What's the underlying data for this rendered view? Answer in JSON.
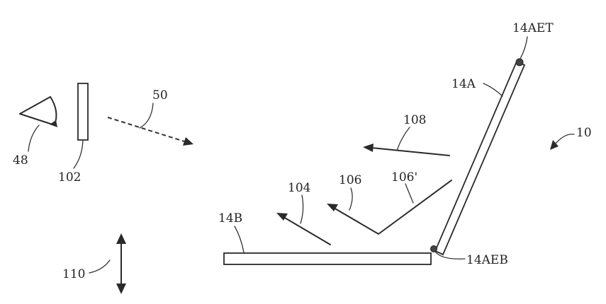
{
  "labels": {
    "eye": "48",
    "filter": "102",
    "view_dir": "50",
    "motion": "110",
    "base": "14B",
    "lid": "14A",
    "lid_top_edge": "14AET",
    "lid_bottom_edge": "14AEB",
    "device": "10",
    "ray_a": "104",
    "ray_b": "106",
    "ray_b_prime": "106'",
    "ray_c": "108"
  },
  "icons": {
    "eye": "eye-icon",
    "vertical_motion": "double-arrow-vertical-icon"
  },
  "colors": {
    "ink": "#2a2a2a",
    "background": "#ffffff"
  }
}
